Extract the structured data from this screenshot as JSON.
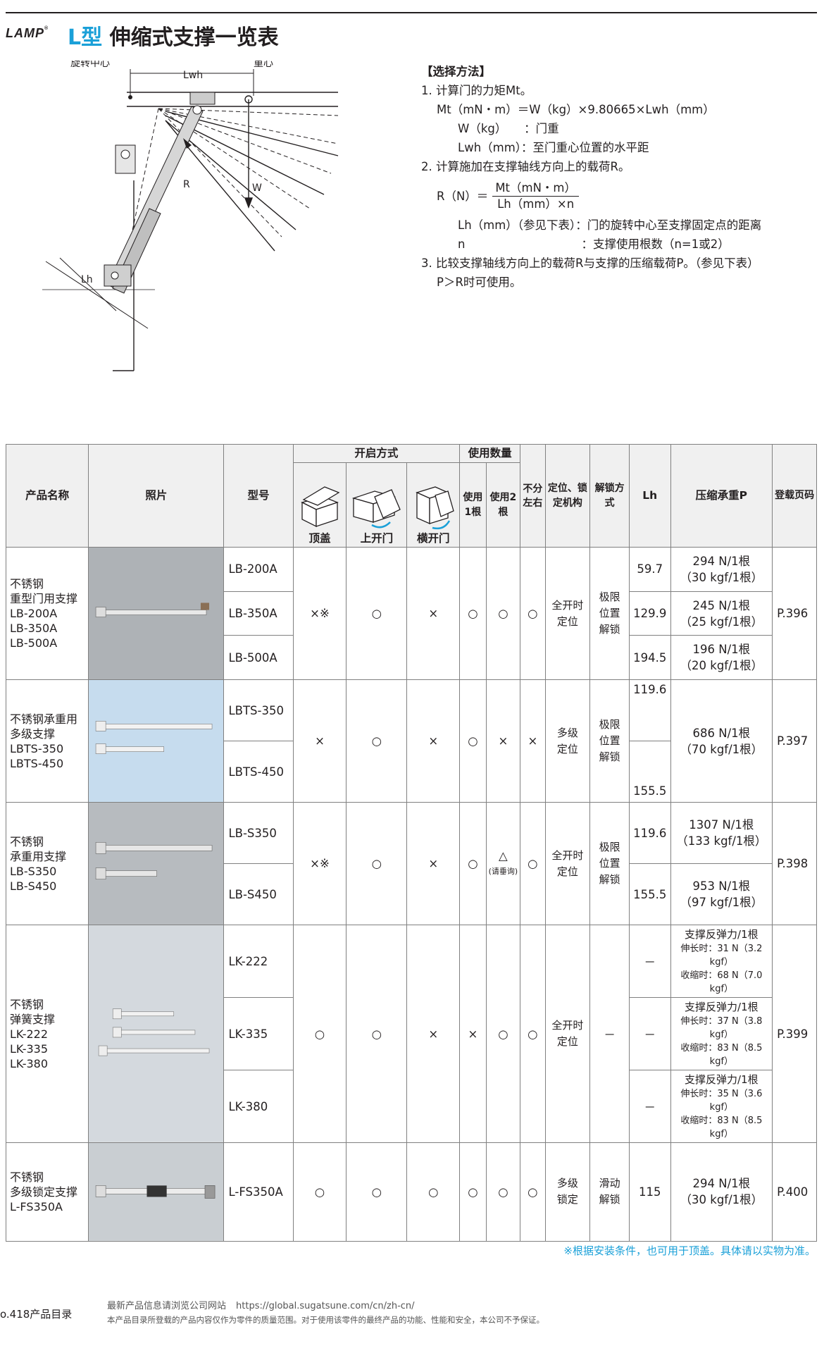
{
  "header": {
    "logo": "LAMP",
    "logo_mark": "®",
    "title_prefix": "L型",
    "title_rest": " 伸缩式支撑一览表"
  },
  "diagram": {
    "rotation_center": "旋转中心",
    "center_of_gravity": "重心",
    "lwh": "Lwh",
    "r": "R",
    "w": "W",
    "lh": "Lh"
  },
  "method": {
    "heading": "【选择方法】",
    "step1": "1. 计算门的力矩Mt。",
    "formula1": "Mt（mN・m）＝W（kg）×9.80665×Lwh（mm）",
    "w_def": "W（kg）　　：门重",
    "lwh_def": "Lwh（mm）：至门重心位置的水平距",
    "step2": "2. 计算施加在支撑轴线方向上的载荷R。",
    "r_lhs": "R（N）＝",
    "r_num": "Mt（mN・m）",
    "r_den": "Lh（mm）×n",
    "lh_def": "Lh（mm）（参见下表）：门的旋转中心至支撑固定点的距离",
    "n_def": "n　　　　　　　　　　：支撑使用根数（n=1或2）",
    "step3": "3. 比较支撑轴线方向上的载荷R与支撑的压缩载荷P。（参见下表）",
    "step3b": "P＞R时可使用。"
  },
  "table": {
    "headers": {
      "product": "产品名称",
      "photo": "照片",
      "model": "型号",
      "open_method": "开启方式",
      "top_lid": "顶盖",
      "upward_door": "上开门",
      "side_door": "横开门",
      "usage_count": "使用数量",
      "use1": "使用1根",
      "use2": "使用2根",
      "lr": "不分左右",
      "lock_mech": "定位、锁定机构",
      "release": "解锁方式",
      "lh": "Lh",
      "load": "压缩承重P",
      "page": "登载页码"
    },
    "groups": [
      {
        "name": [
          "不锈钢",
          "重型门用支撑",
          "LB-200A",
          "LB-350A",
          "LB-500A"
        ],
        "rows": [
          {
            "model": "LB-200A",
            "lh": "59.7",
            "load1": "294 N/1根",
            "load2": "（30 kgf/1根）"
          },
          {
            "model": "LB-350A",
            "lh": "129.9",
            "load1": "245 N/1根",
            "load2": "（25 kgf/1根）"
          },
          {
            "model": "LB-500A",
            "lh": "194.5",
            "load1": "196 N/1根",
            "load2": "（20 kgf/1根）"
          }
        ],
        "top": "×※",
        "upward": "○",
        "side": "×",
        "use1": "○",
        "use2": "○",
        "lr": "○",
        "lock": [
          "全开时",
          "定位"
        ],
        "release": [
          "极限",
          "位置",
          "解锁"
        ],
        "page": "P.396"
      },
      {
        "name": [
          "不锈钢承重用",
          "多级支撑",
          "LBTS-350",
          "LBTS-450"
        ],
        "rows": [
          {
            "model": "LBTS-350",
            "lh": "119.6"
          },
          {
            "model": "LBTS-450",
            "lh": "155.5"
          }
        ],
        "load1": "686 N/1根",
        "load2": "（70 kgf/1根）",
        "top": "×",
        "upward": "○",
        "side": "×",
        "use1": "○",
        "use2": "×",
        "lr": "×",
        "lock": [
          "多级",
          "定位"
        ],
        "release": [
          "极限",
          "位置",
          "解锁"
        ],
        "page": "P.397"
      },
      {
        "name": [
          "不锈钢",
          "承重用支撑",
          "LB-S350",
          "LB-S450"
        ],
        "rows": [
          {
            "model": "LB-S350",
            "lh": "119.6",
            "load1": "1307 N/1根",
            "load2": "（133 kgf/1根）"
          },
          {
            "model": "LB-S450",
            "lh": "155.5",
            "load1": "953 N/1根",
            "load2": "（97 kgf/1根）"
          }
        ],
        "top": "×※",
        "upward": "○",
        "side": "×",
        "use1": "○",
        "use2": "△",
        "use2_note": "(请垂询)",
        "lr": "○",
        "lock": [
          "全开时",
          "定位"
        ],
        "release": [
          "极限",
          "位置",
          "解锁"
        ],
        "page": "P.398"
      },
      {
        "name": [
          "不锈钢",
          "弹簧支撑",
          "LK-222",
          "LK-335",
          "LK-380"
        ],
        "rows": [
          {
            "model": "LK-222",
            "lh": "－",
            "l1": "支撑反弹力/1根",
            "l2": "伸长时：31 N（3.2 kgf）",
            "l3": "收缩时：68 N（7.0 kgf）"
          },
          {
            "model": "LK-335",
            "lh": "－",
            "l1": "支撑反弹力/1根",
            "l2": "伸长时：37 N（3.8 kgf）",
            "l3": "收缩时：83 N（8.5 kgf）"
          },
          {
            "model": "LK-380",
            "lh": "－",
            "l1": "支撑反弹力/1根",
            "l2": "伸长时：35 N（3.6 kgf）",
            "l3": "收缩时：83 N（8.5 kgf）"
          }
        ],
        "top": "○",
        "upward": "○",
        "side": "×",
        "use1": "×",
        "use2": "○",
        "lr": "○",
        "lock": [
          "全开时",
          "定位"
        ],
        "release": [
          "－"
        ],
        "page": "P.399"
      },
      {
        "name": [
          "不锈钢",
          "多级锁定支撑",
          "L-FS350A"
        ],
        "rows": [
          {
            "model": "L-FS350A",
            "lh": "115",
            "load1": "294 N/1根",
            "load2": "（30 kgf/1根）"
          }
        ],
        "top": "○",
        "upward": "○",
        "side": "○",
        "use1": "○",
        "use2": "○",
        "lr": "○",
        "lock": [
          "多级",
          "锁定"
        ],
        "release": [
          "滑动",
          "解锁"
        ],
        "page": "P.400"
      }
    ]
  },
  "footnote": "※根据安装条件，也可用于顶盖。具体请以实物为准。",
  "footer": {
    "page_label": "o.418产品目录",
    "site_label": "最新产品信息请浏览公司网站",
    "url": "https://global.sugatsune.com/cn/zh-cn/",
    "disclaimer": "本产品目录所登载的产品内容仅作为零件的质量范围。对于使用该零件的最终产品的功能、性能和安全，本公司不予保证。"
  }
}
